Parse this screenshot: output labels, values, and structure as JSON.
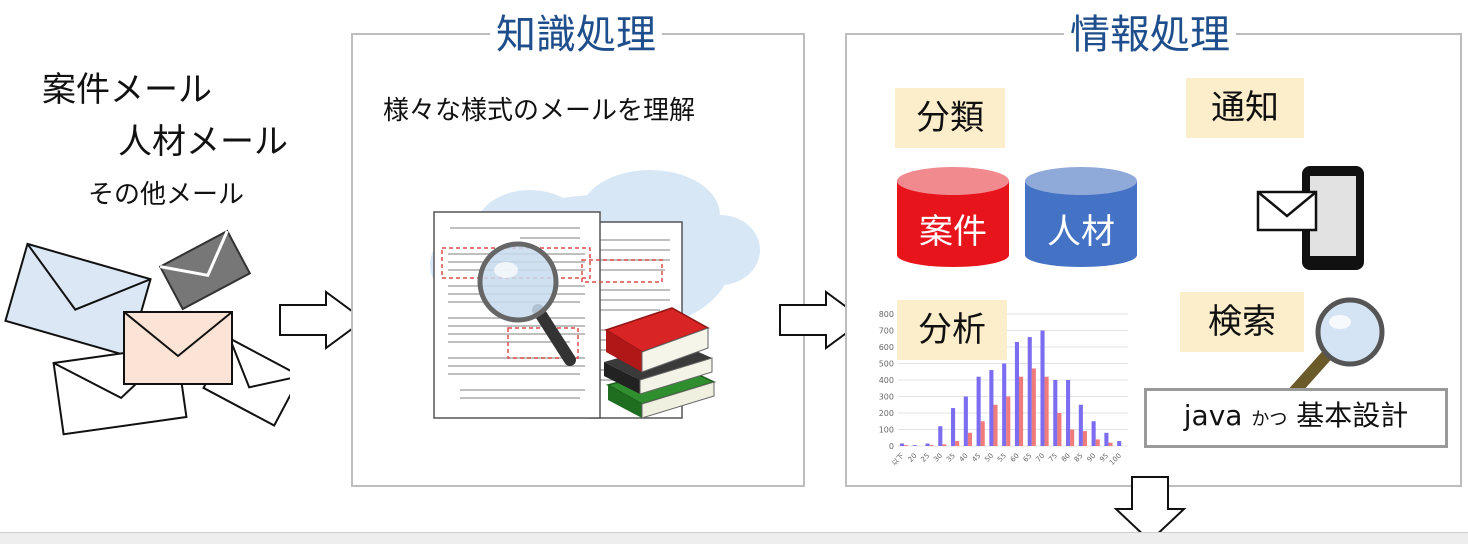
{
  "mail_labels": {
    "project_mail": "案件メール",
    "talent_mail": "人材メール",
    "other_mail": "その他メール"
  },
  "knowledge_panel": {
    "title": "知識処理",
    "subtitle": "様々な様式のメールを理解"
  },
  "info_panel": {
    "title": "情報処理",
    "classify_tag": "分類",
    "notify_tag": "通知",
    "analyze_tag": "分析",
    "search_tag": "検索",
    "db_project": "案件",
    "db_talent": "人材",
    "search_query_main": "java",
    "search_query_op": "かつ",
    "search_query_term": "基本設計"
  },
  "colors": {
    "db_project": "#e8141c",
    "db_talent": "#4472c4",
    "title_text": "#1f4e8c",
    "tag_bg": "#fdeecb",
    "bar_blue": "#7b6cf0",
    "bar_red": "#f07b7b"
  },
  "chart_data": {
    "type": "bar",
    "categories": [
      "以下",
      "20",
      "25",
      "30",
      "35",
      "40",
      "45",
      "50",
      "55",
      "60",
      "65",
      "70",
      "75",
      "80",
      "85",
      "90",
      "95",
      "100"
    ],
    "series": [
      {
        "values": [
          15,
          5,
          15,
          120,
          230,
          300,
          420,
          460,
          500,
          630,
          660,
          700,
          400,
          400,
          250,
          150,
          80,
          30
        ]
      },
      {
        "values": [
          5,
          0,
          5,
          10,
          30,
          80,
          150,
          250,
          300,
          420,
          470,
          420,
          200,
          100,
          90,
          40,
          20,
          0
        ]
      }
    ],
    "ylim": [
      0,
      800
    ],
    "yticks": [
      "0",
      "100",
      "200",
      "300",
      "400",
      "500",
      "600",
      "700",
      "800"
    ]
  }
}
